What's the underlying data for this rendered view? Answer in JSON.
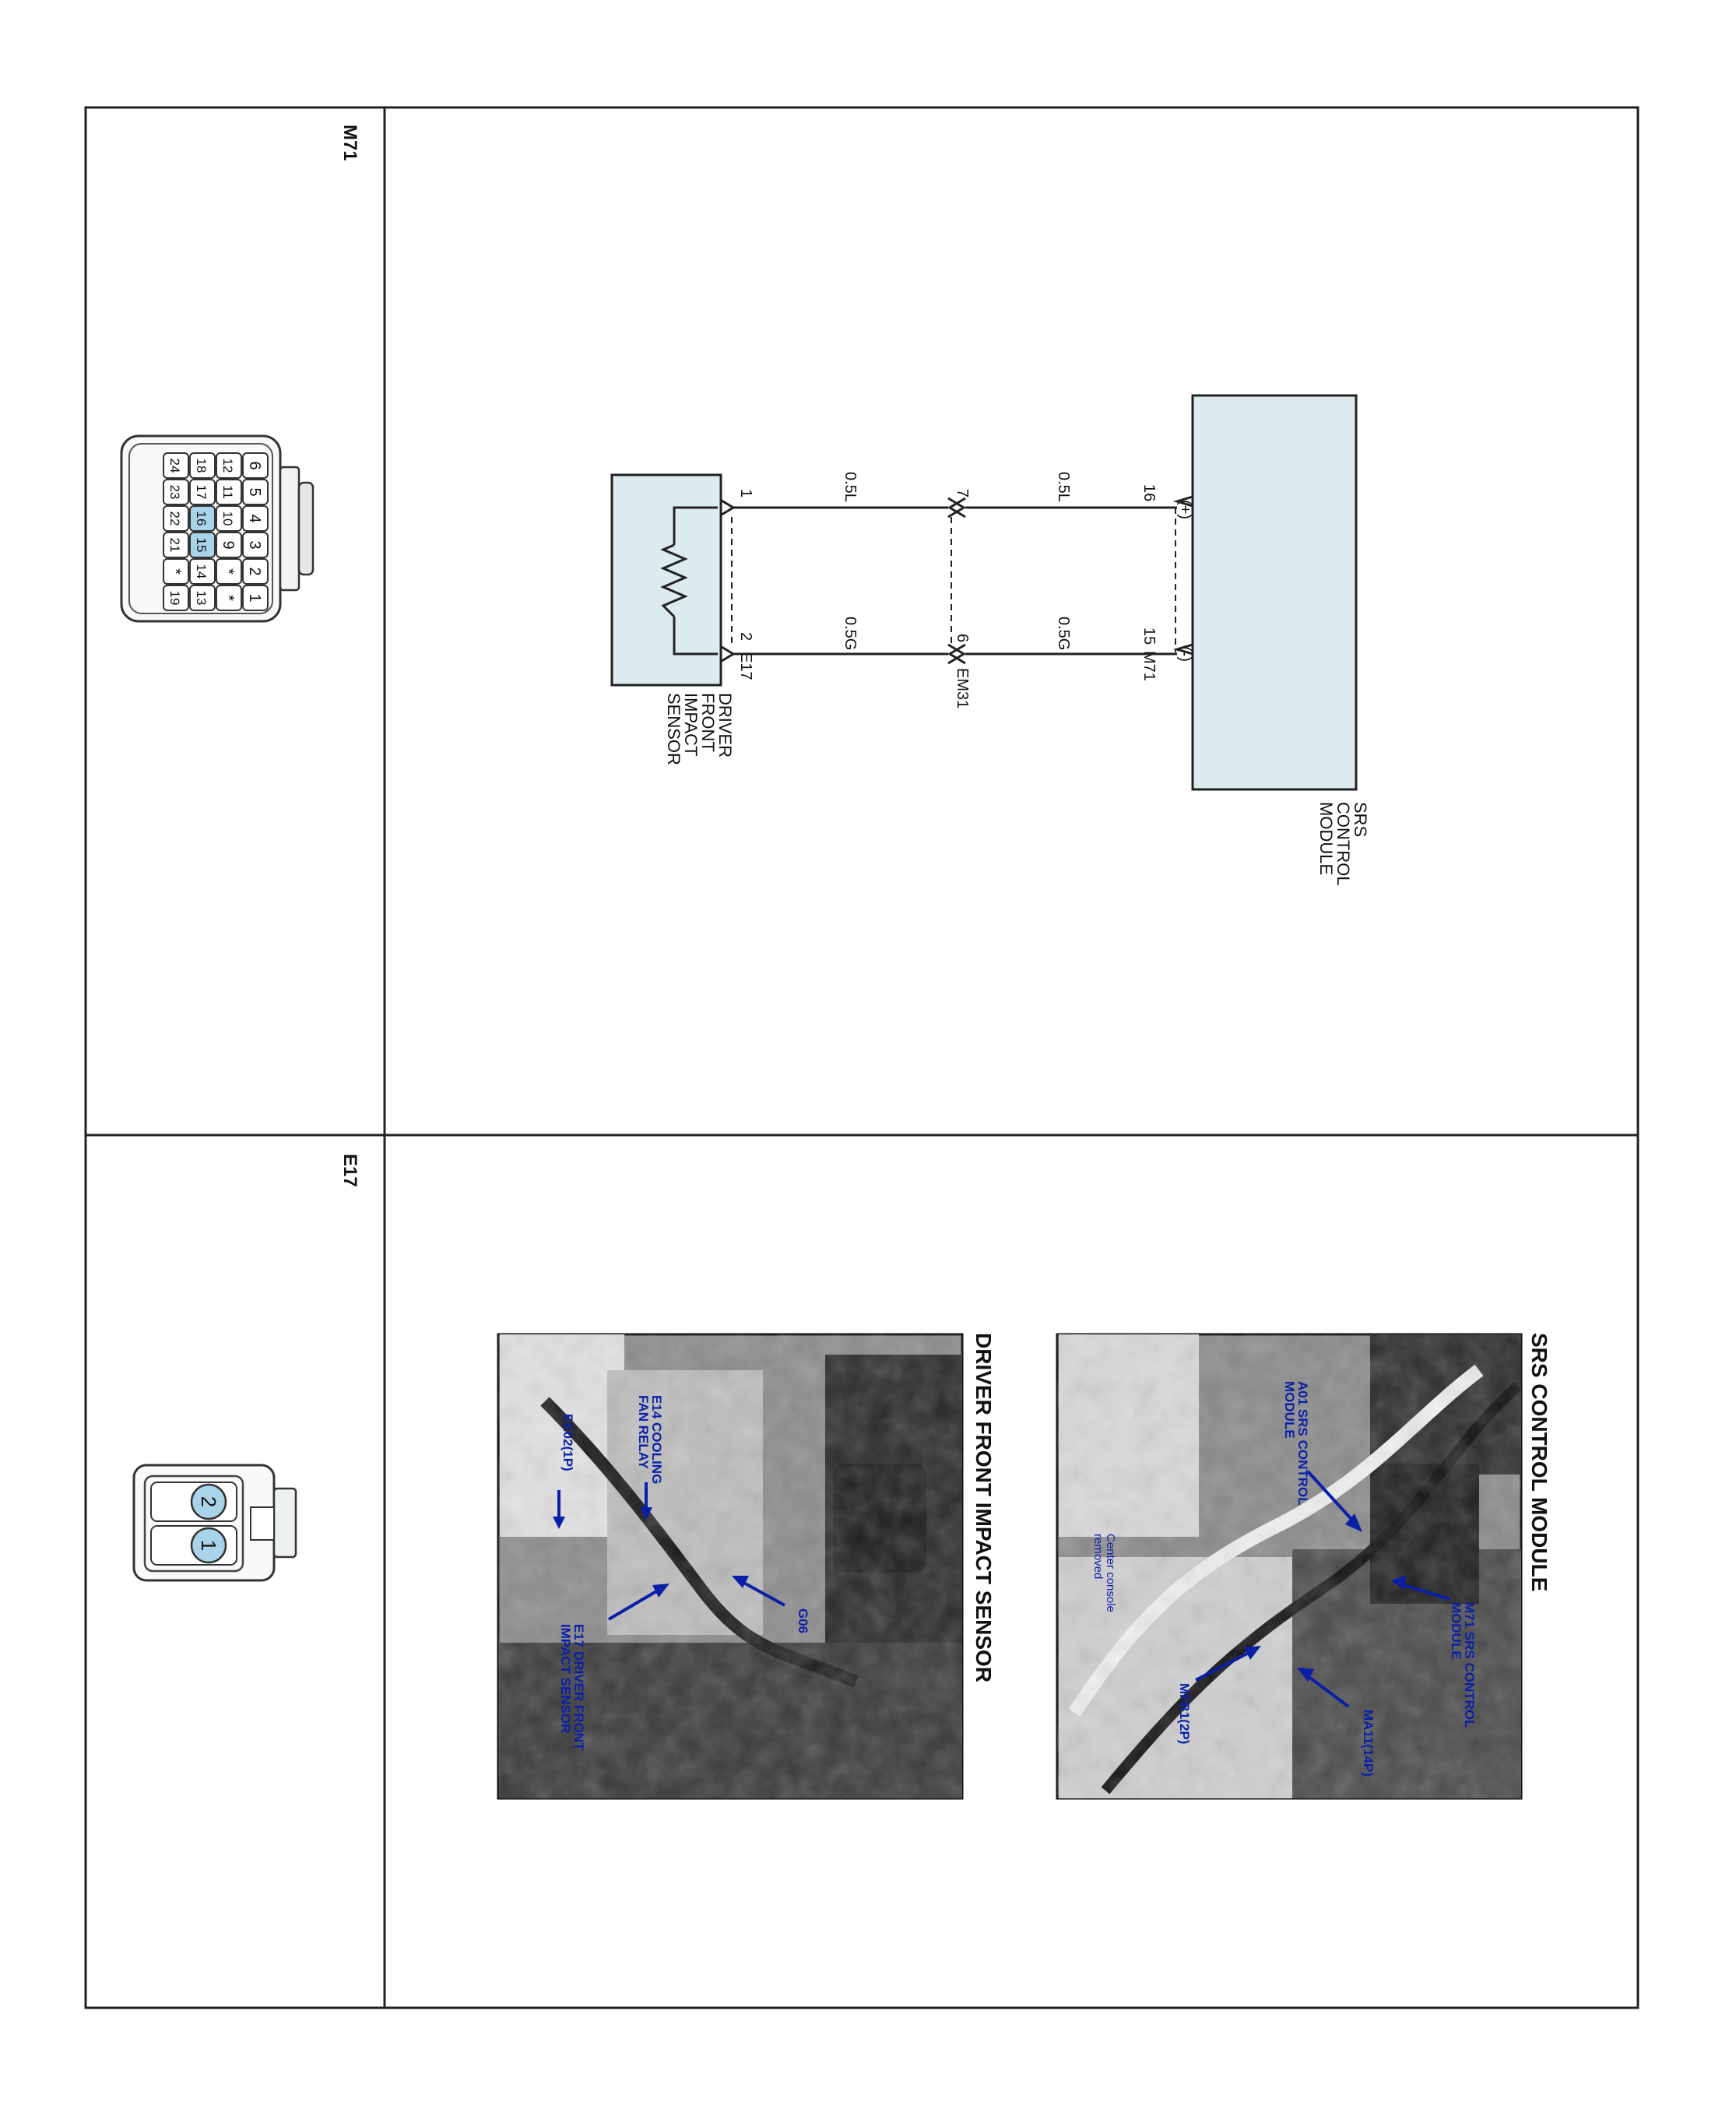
{
  "left_panel": {
    "connector_m71_label": "M71",
    "connector_e17_label": "E17",
    "m71_pins": [
      [
        "6",
        "5",
        "4",
        "3",
        "2",
        "1"
      ],
      [
        "12",
        "11",
        "10",
        "9",
        "*",
        "*"
      ],
      [
        "18",
        "17",
        "16",
        "15",
        "14",
        "13"
      ],
      [
        "24",
        "23",
        "22",
        "21",
        "*",
        "19"
      ]
    ],
    "m71_highlight_pins": [
      "16",
      "15"
    ],
    "e17_pins": [
      "2",
      "1"
    ]
  },
  "schematic": {
    "module_name_lines": [
      "SRS",
      "CONTROL",
      "MODULE"
    ],
    "plus_sign": "(+)",
    "minus_sign": "(-)",
    "connector_m71": "M71",
    "pin_m71_plus": "16",
    "pin_m71_minus": "15",
    "wire_plus_upper": "0.5L",
    "wire_minus_upper": "0.5G",
    "connector_em31": "EM31",
    "pin_em31_plus": "7",
    "pin_em31_minus": "6",
    "wire_plus_lower": "0.5L",
    "wire_minus_lower": "0.5G",
    "connector_e17": "E17",
    "pin_e17_plus": "1",
    "pin_e17_minus": "2",
    "sensor_name_lines": [
      "DRIVER",
      "FRONT",
      "IMPACT",
      "SENSOR"
    ]
  },
  "photos": {
    "srs": {
      "title": "SRS CONTROL MODULE",
      "callouts": {
        "a01": [
          "A01 SRS CONTROL",
          "MODULE"
        ],
        "m71": [
          "M71 SRS CONTROL",
          "MODULE"
        ],
        "ma11": "MA11(14P)",
        "mfb1": "MFB1(2P)",
        "console": [
          "Center console",
          "removed"
        ]
      }
    },
    "impact": {
      "title": "DRIVER FRONT IMPACT SENSOR",
      "callouts": {
        "e14": [
          "E14 COOLING",
          "FAN RELAY"
        ],
        "g06": "G06",
        "ee02": "EE02(1P)",
        "e17": [
          "E17 DRIVER FRONT",
          "IMPACT SENSOR"
        ]
      }
    }
  },
  "colors": {
    "line": "#222222",
    "fill_box": "#dcecee",
    "connector_fill": "#dde9ef",
    "pin_highlight": "#a9d3e8",
    "callout_blue": "#0a1fa8",
    "photo_dark": "#3a3a3a"
  }
}
